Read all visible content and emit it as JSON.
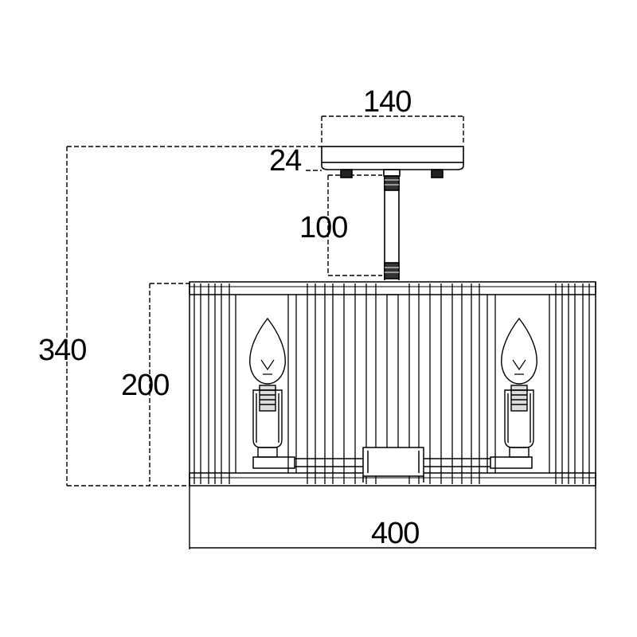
{
  "dimensions": {
    "canopy_width": "140",
    "canopy_height": "24",
    "rod_length": "100",
    "overall_height": "340",
    "shade_height": "200",
    "shade_width": "400"
  },
  "colors": {
    "line": "#000000",
    "background": "#ffffff"
  }
}
